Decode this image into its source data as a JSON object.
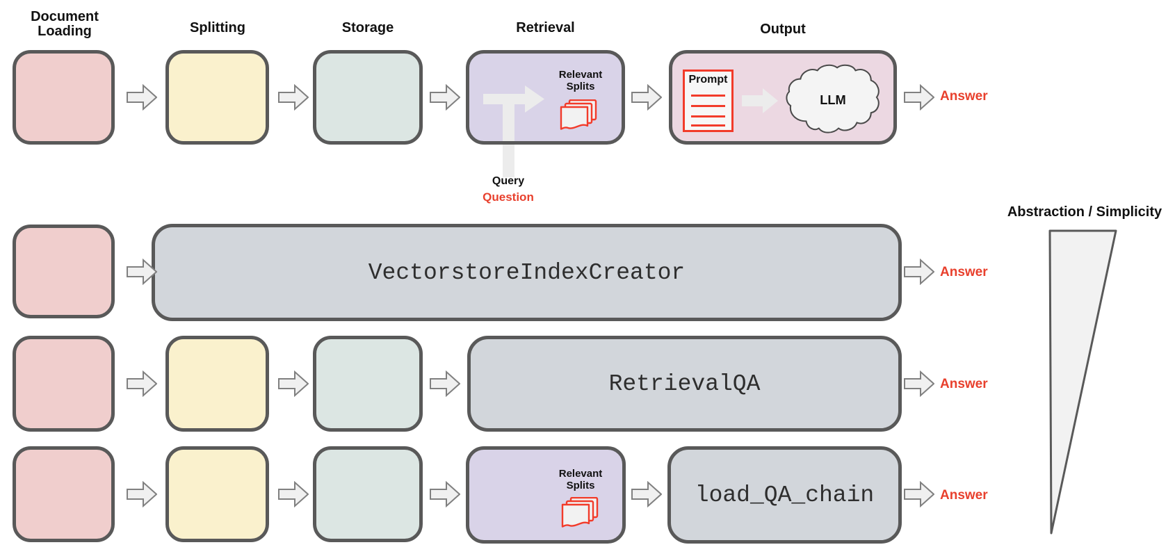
{
  "diagram": {
    "stage_labels": {
      "loading": "Document Loading",
      "splitting": "Splitting",
      "storage": "Storage",
      "retrieval": "Retrieval",
      "output": "Output"
    },
    "retrieval_detail": {
      "relevant_splits": "Relevant Splits"
    },
    "output_detail": {
      "prompt": "Prompt",
      "llm": "LLM"
    },
    "query": {
      "primary": "Query",
      "secondary": "Question"
    },
    "rows": {
      "row1": {
        "answer": "Answer"
      },
      "row2": {
        "code": "VectorstoreIndexCreator",
        "answer": "Answer"
      },
      "row3": {
        "code": "RetrievalQA",
        "answer": "Answer"
      },
      "row4": {
        "code": "load_QA_chain",
        "relevant_splits": "Relevant Splits",
        "answer": "Answer"
      }
    },
    "axis_label": "Abstraction / Simplicity",
    "colors": {
      "loading_fill": "#f0cecd",
      "splitting_fill": "#faf1cd",
      "storage_fill": "#dce6e3",
      "retrieval_fill": "#d9d3e8",
      "output_fill": "#ecd8e2",
      "code_fill": "#d2d6db",
      "box_border": "#595959",
      "answer_red": "#e8402d",
      "icon_red": "#f23b2a",
      "arrow_fill": "#f0f0f0",
      "arrow_stroke": "#808080",
      "flow_grey": "#ececec",
      "triangle_fill": "#f2f2f2",
      "cloud_fill": "#f4f4f4",
      "cloud_stroke": "#4a4a4a"
    }
  }
}
